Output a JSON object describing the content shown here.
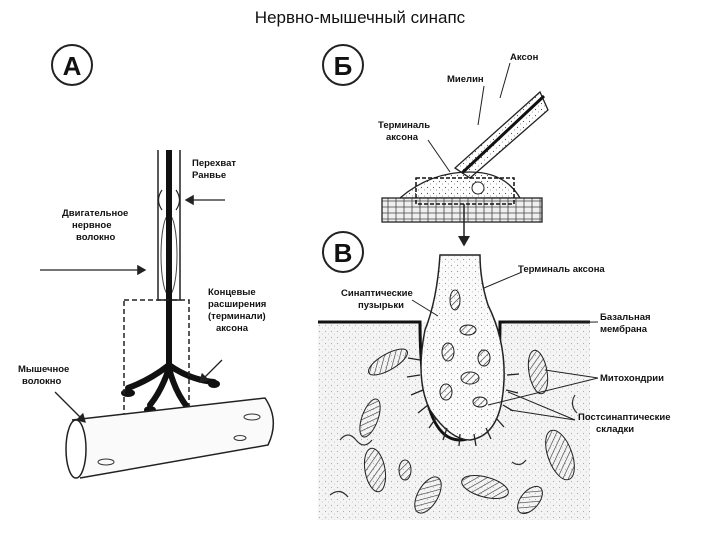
{
  "title": "Нервно-мышечный синапс",
  "panel_a": {
    "letter": "А",
    "node_of_ranvier": [
      "Перехват",
      "Ранвье"
    ],
    "motor_fiber": [
      "Двигательное",
      "нервное",
      "волокно"
    ],
    "terminals": [
      "Концевые",
      "расширения",
      "(терминали)",
      "аксона"
    ],
    "muscle_fiber": [
      "Мышечное",
      "волокно"
    ]
  },
  "panel_b": {
    "letter": "Б",
    "axon": "Аксон",
    "myelin": "Миелин",
    "axon_terminal": [
      "Терминаль",
      "аксона"
    ]
  },
  "panel_v": {
    "letter": "В",
    "vesicles": [
      "Синаптические",
      "пузырьки"
    ],
    "axon_terminal": "Терминаль аксона",
    "basal_membrane": [
      "Базальная",
      "мембрана"
    ],
    "mitochondria": "Митохондрии",
    "folds": [
      "Постсинаптические",
      "складки"
    ]
  }
}
